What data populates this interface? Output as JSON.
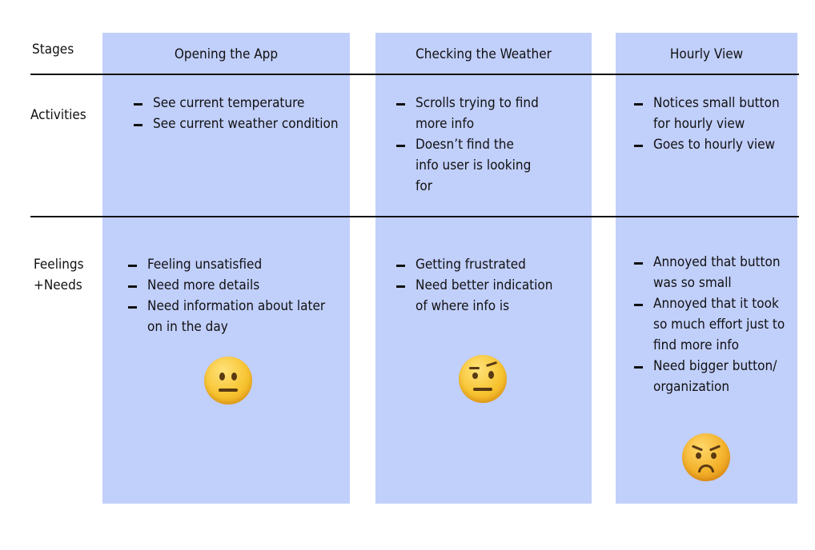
{
  "row_labels": {
    "stages": "Stages",
    "activities": "Activities",
    "feelings": "Feelings\n+Needs"
  },
  "stages": [
    {
      "title": "Opening the App",
      "activities": [
        "See current temperature",
        "See current weather condition"
      ],
      "feelings": [
        "Feeling unsatisfied",
        "Need more details",
        "Need information about later on in the day"
      ],
      "emoji_icon": "neutral-face-icon"
    },
    {
      "title": "Checking the Weather",
      "activities": [
        "Scrolls trying to find more info",
        "Doesn’t find the info user is looking for"
      ],
      "feelings": [
        "Getting frustrated",
        "Need better indication of where info is"
      ],
      "emoji_icon": "face-with-raised-eyebrow-icon"
    },
    {
      "title": "Hourly View",
      "activities": [
        "Notices small button for hourly view",
        "Goes to hourly view"
      ],
      "feelings": [
        "Annoyed that button was so small",
        "Annoyed that it took so much effort just to find more info",
        "Need bigger button/ organization"
      ],
      "emoji_icon": "angry-face-icon"
    }
  ],
  "colors": {
    "column_fill": "#c1cffb",
    "divider": "#111111",
    "background": "#ffffff"
  }
}
